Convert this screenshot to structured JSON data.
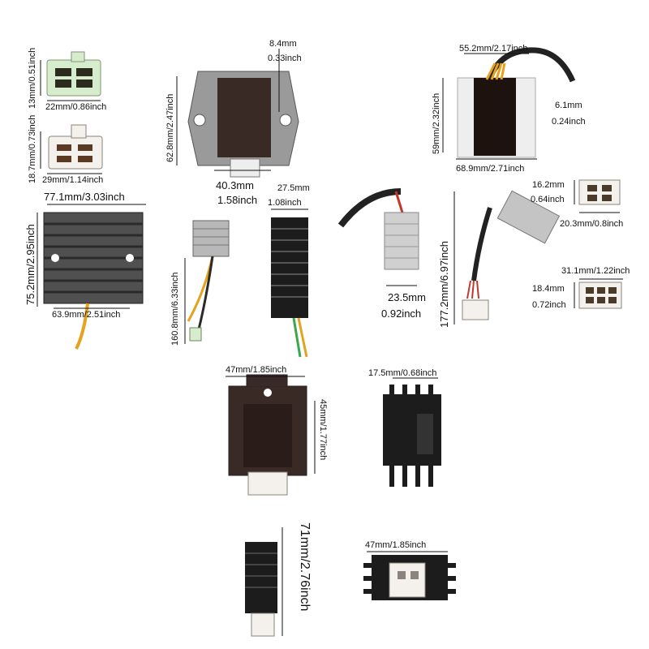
{
  "dimensions": {
    "conn_a_height": "13mm/0.51inch",
    "conn_a_width": "22mm/0.86inch",
    "conn_b_height": "18.7mm/0.73inch",
    "conn_b_width": "29mm/1.14inch",
    "reg1_hole_a": "8.4mm",
    "reg1_hole_b": "0.33inch",
    "reg1_height": "62.8mm/2.47inch",
    "reg1_width_a": "40.3mm",
    "reg1_width_b": "1.58inch",
    "reg2_top": "55.2mm/2.17inch",
    "reg2_side_a": "6.1mm",
    "reg2_side_b": "0.24inch",
    "reg2_height": "59mm/2.32inch",
    "reg2_width": "68.9mm/2.71inch",
    "reg3_width": "77.1mm/3.03inch",
    "reg3_height": "75.2mm/2.95inch",
    "reg3_hole": "63.9mm/2.51inch",
    "reg4_length": "160.8mm/6.33inch",
    "reg5_depth_a": "27.5mm",
    "reg5_depth_b": "1.08inch",
    "reg6_width_a": "23.5mm",
    "reg6_width_b": "0.92inch",
    "reg7_length": "177.2mm/6.97inch",
    "conn_c_a": "16.2mm",
    "conn_c_b": "0.64inch",
    "conn_c_width": "20.3mm/0.8inch",
    "conn_d_width": "31.1mm/1.22inch",
    "conn_d_a": "18.4mm",
    "conn_d_b": "0.72inch",
    "reg8_width": "47mm/1.85inch",
    "reg8_height": "45mm/1.77inch",
    "reg9_depth": "17.5mm/0.68inch",
    "reg10_height": "71mm/2.76inch",
    "reg11_width": "47mm/1.85inch"
  },
  "colors": {
    "dark_body": "#3a2a26",
    "metal": "#a8a8a8",
    "heatsink": "#1c1c1c",
    "connector_green": "#d7eccd",
    "connector_white": "#f4f1ec"
  }
}
